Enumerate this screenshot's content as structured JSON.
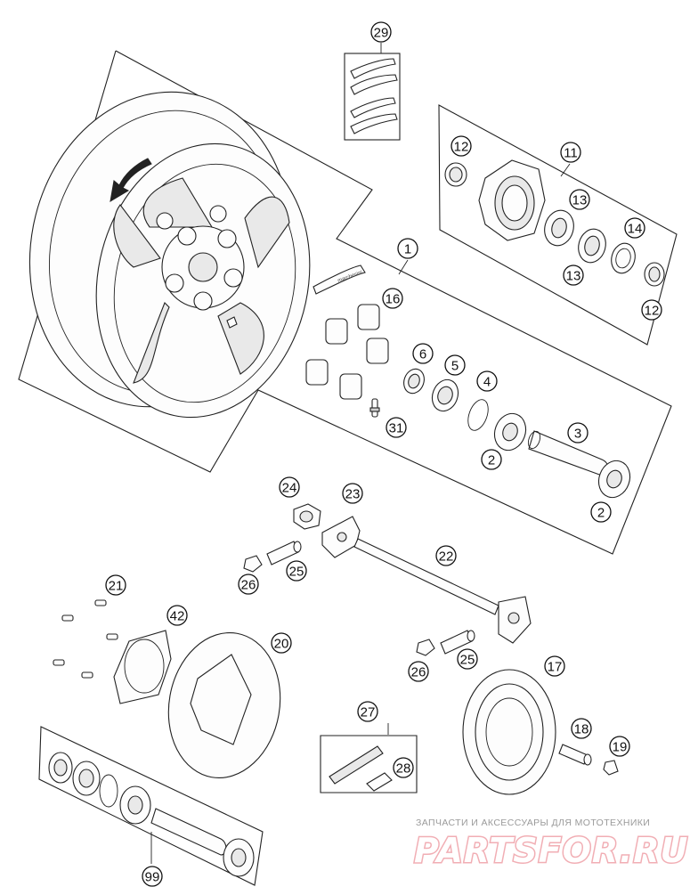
{
  "diagram": {
    "callouts": [
      "1",
      "2",
      "2",
      "3",
      "4",
      "5",
      "6",
      "11",
      "12",
      "12",
      "13",
      "13",
      "14",
      "16",
      "17",
      "18",
      "19",
      "20",
      "21",
      "22",
      "23",
      "24",
      "25",
      "25",
      "26",
      "26",
      "27",
      "28",
      "29",
      "31",
      "42",
      "99"
    ],
    "wheel_label_text": "marchesini"
  },
  "watermark": {
    "tagline": "ЗАПЧАСТИ И АКСЕССУАРЫ ДЛЯ МОТОТЕХНИКИ",
    "logo": "PARTSFOR.RU",
    "logo_color": "#f1aeb4"
  },
  "colors": {
    "line": "#222222",
    "background": "#ffffff"
  }
}
